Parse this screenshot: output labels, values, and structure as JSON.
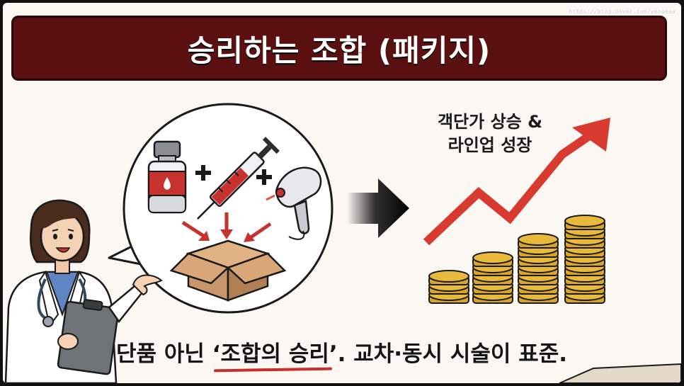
{
  "watermark": "https://blog.naver.com/yeoaaaa",
  "title": "승리하는 조합 (패키지)",
  "illustration": {
    "items": [
      "medicine-vial-icon",
      "syringe-icon",
      "handpiece-device-icon"
    ],
    "plus": "+",
    "box": "package-box-icon",
    "arrow": "right-arrow-icon",
    "growth": {
      "label_line1": "객단가 상승 &",
      "label_line2": "라인업 성장",
      "coin_stack_levels": [
        3,
        5,
        7,
        9
      ],
      "trend": "rising"
    }
  },
  "caption": {
    "prefix": "단품 아닌 ",
    "highlight": "‘조합의 승리’",
    "suffix": ". 교차·동시 시술이 표준."
  },
  "colors": {
    "banner": "#5a0f10",
    "accent_red": "#d93a2f",
    "coin": "#e9b93b",
    "box": "#c8966a"
  }
}
